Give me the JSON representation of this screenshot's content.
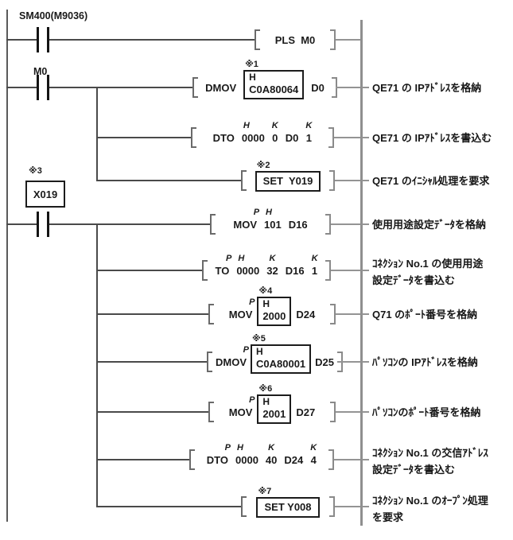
{
  "ladder": {
    "contacts": {
      "sm400": "SM400(M9036)",
      "m0": "M0",
      "x019_note": "※3",
      "x019": "X019"
    },
    "rungs": {
      "r1_pls": {
        "text": "PLS  M0"
      },
      "r2_dmov_qe71_ip": {
        "note": "※1",
        "op": "DMOV",
        "box_top": "H",
        "box_val": "C0A80064",
        "dest": "D0",
        "comment": "QE71 の IPｱﾄﾞﾚｽを格納"
      },
      "r3_dto_qe71_ip": {
        "l_h": "H",
        "l_k1": "K",
        "l_k2": "K",
        "op": "DTO",
        "a1": "0000",
        "a2": "0",
        "a3": "D0",
        "a4": "1",
        "comment": "QE71 の IPｱﾄﾞﾚｽを書込む"
      },
      "r4_set_y019": {
        "note": "※2",
        "text": "SET  Y019",
        "comment": "QE71 のｲﾆｼｬﾙ処理を要求"
      },
      "r5_mov_usage": {
        "l_p": "P",
        "l_h": "H",
        "op": "MOV",
        "a1": "101",
        "a2": "D16",
        "comment": "使用用途設定ﾃﾞｰﾀを格納"
      },
      "r6_to_usage": {
        "l_p": "P",
        "l_h": "H",
        "l_k1": "K",
        "l_k2": "K",
        "op": "TO",
        "a1": "0000",
        "a2": "32",
        "a3": "D16",
        "a4": "1",
        "comment_line1": "ｺﾈｸｼｮﾝ No.1 の使用用途",
        "comment_line2": "設定ﾃﾞｰﾀを書込む"
      },
      "r7_mov_q71_port": {
        "note": "※4",
        "l_p": "P",
        "op": "MOV",
        "box_top": "H",
        "box_val": "2000",
        "dest": "D24",
        "comment": "Q71 のﾎﾟｰﾄ番号を格納"
      },
      "r8_dmov_pc_ip": {
        "note": "※5",
        "l_p": "P",
        "op": "DMOV",
        "box_top": "H",
        "box_val": "C0A80001",
        "dest": "D25",
        "comment": "ﾊﾟｿｺﾝの IPｱﾄﾞﾚｽを格納"
      },
      "r9_mov_pc_port": {
        "note": "※6",
        "l_p": "P",
        "op": "MOV",
        "box_top": "H",
        "box_val": "2001",
        "dest": "D27",
        "comment": "ﾊﾟｿｺﾝのﾎﾟｰﾄ番号を格納"
      },
      "r10_dto_comm_addr": {
        "l_p": "P",
        "l_h": "H",
        "l_k1": "K",
        "l_k2": "K",
        "op": "DTO",
        "a1": "0000",
        "a2": "40",
        "a3": "D24",
        "a4": "4",
        "comment_line1": "ｺﾈｸｼｮﾝ No.1 の交信ｱﾄﾞﾚｽ",
        "comment_line2": "設定ﾃﾞｰﾀを書込む"
      },
      "r11_set_y008": {
        "note": "※7",
        "text": "SET Y008",
        "comment_line1": "ｺﾈｸｼｮﾝ No.1 のｵｰﾌﾟﾝ処理",
        "comment_line2": "を要求"
      }
    }
  }
}
